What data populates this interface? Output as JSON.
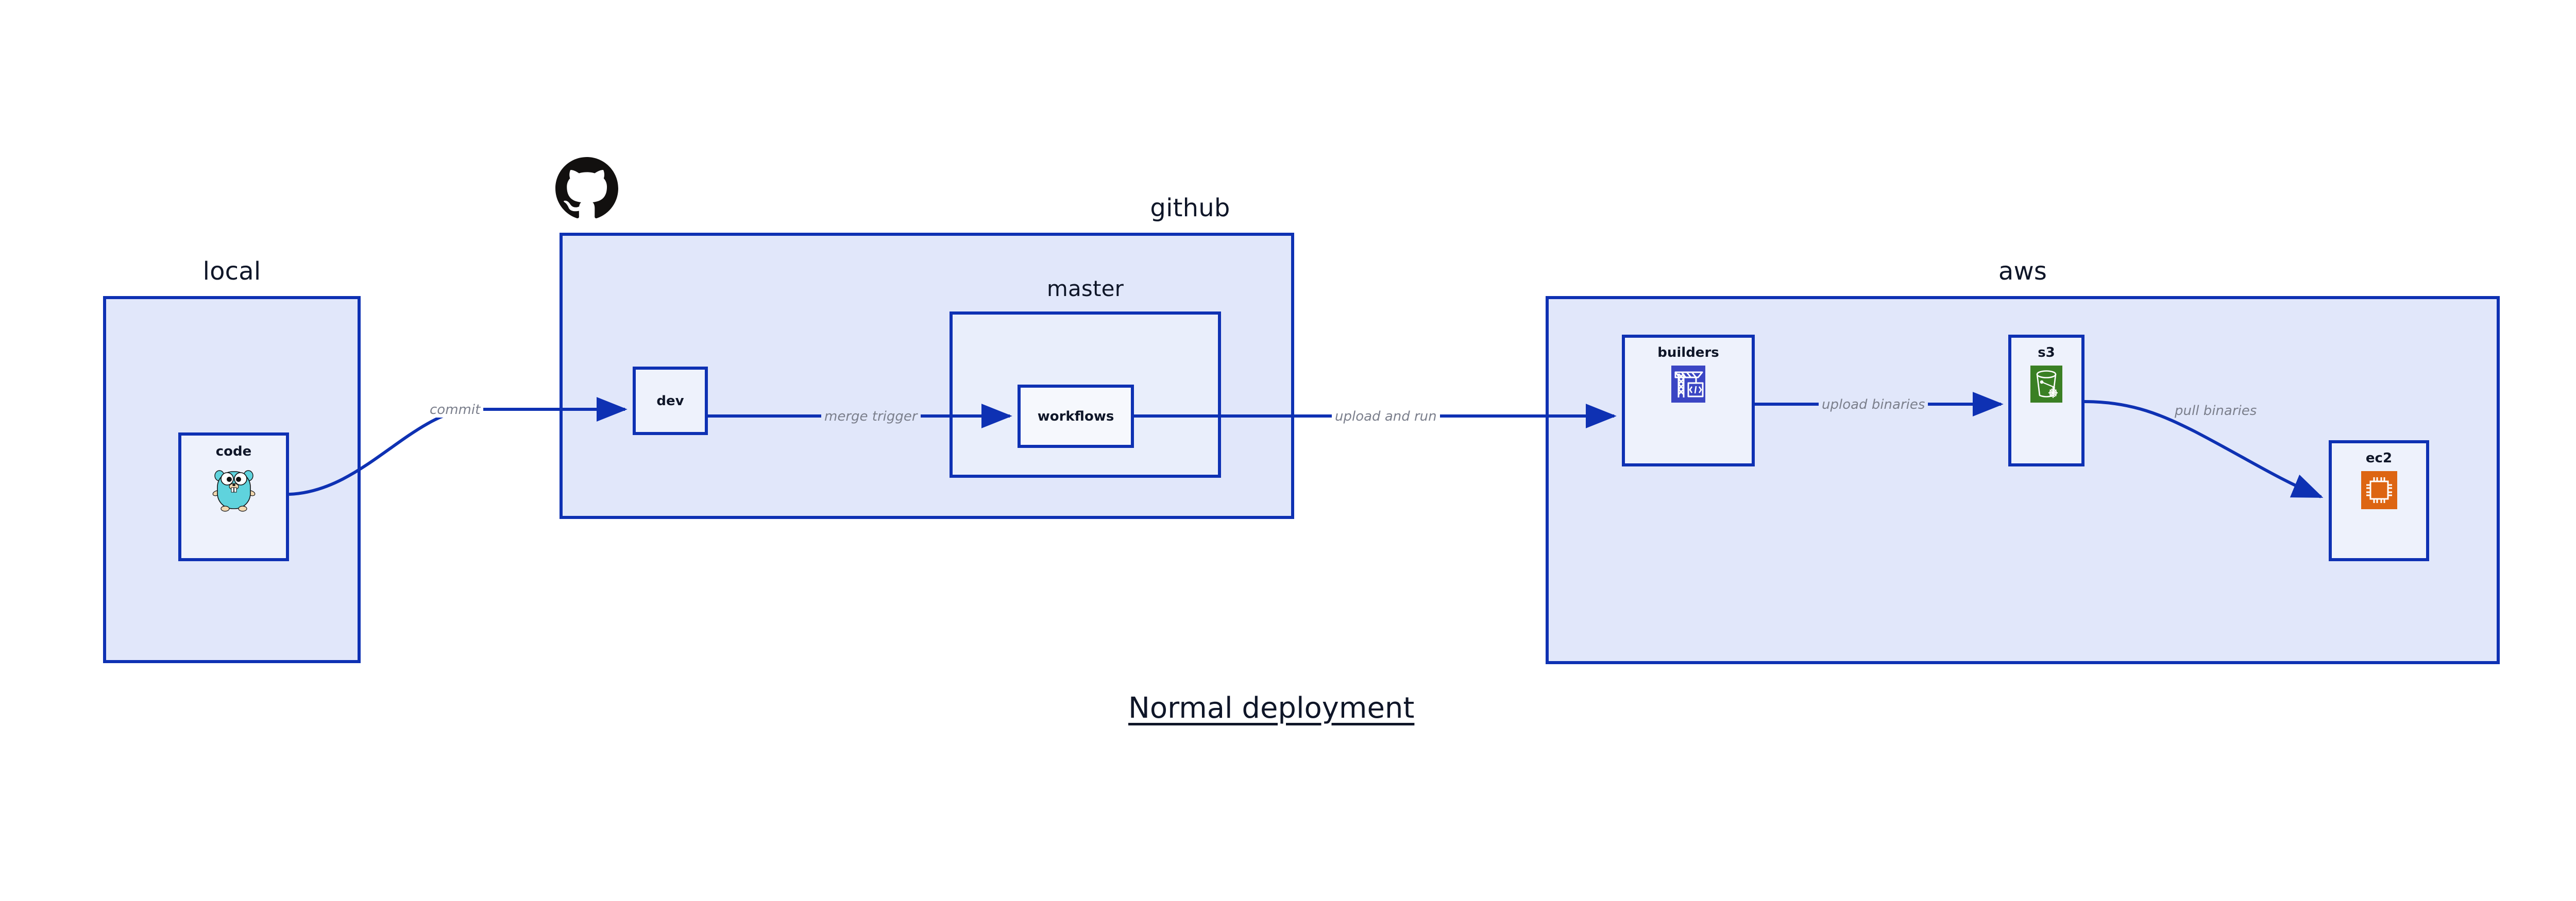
{
  "diagram": {
    "caption": "Normal deployment",
    "groups": [
      {
        "id": "local",
        "label": "local"
      },
      {
        "id": "github",
        "label": "github"
      },
      {
        "id": "aws",
        "label": "aws"
      }
    ],
    "subgroups": [
      {
        "id": "master",
        "label": "master",
        "parent": "github"
      }
    ],
    "nodes": [
      {
        "id": "code",
        "label": "code",
        "icon": "go-gopher-icon",
        "parent": "local"
      },
      {
        "id": "dev",
        "label": "dev",
        "icon": null,
        "parent": "github"
      },
      {
        "id": "workflows",
        "label": "workflows",
        "icon": null,
        "parent": "master"
      },
      {
        "id": "builders",
        "label": "builders",
        "icon": "aws-codebuild-icon",
        "parent": "aws"
      },
      {
        "id": "s3",
        "label": "s3",
        "icon": "aws-s3-bucket-icon",
        "parent": "aws"
      },
      {
        "id": "ec2",
        "label": "ec2",
        "icon": "aws-ec2-chip-icon",
        "parent": "aws"
      }
    ],
    "edges": [
      {
        "id": "commit",
        "from": "code",
        "to": "dev",
        "label": "commit"
      },
      {
        "id": "merge-trigger",
        "from": "dev",
        "to": "workflows",
        "label": "merge trigger"
      },
      {
        "id": "upload-and-run",
        "from": "workflows",
        "to": "builders",
        "label": "upload and run"
      },
      {
        "id": "upload-binaries",
        "from": "builders",
        "to": "s3",
        "label": "upload binaries"
      },
      {
        "id": "pull-binaries",
        "from": "s3",
        "to": "ec2",
        "label": "pull binaries"
      }
    ],
    "logos": [
      {
        "id": "github-logo",
        "icon": "github-octocat-icon"
      }
    ],
    "colors": {
      "stroke": "#0e31b3",
      "group_fill": "#e1e7fa",
      "node_fill": "#eef2fc",
      "subgroup_fill": "#e9eefb",
      "text": "#0f1628",
      "edge_label": "#7b7f8c",
      "codebuild": "#3b46c4",
      "s3": "#3a8024",
      "ec2": "#dd6512",
      "gopher": "#5fd3dd",
      "background": "#ffffff"
    }
  }
}
